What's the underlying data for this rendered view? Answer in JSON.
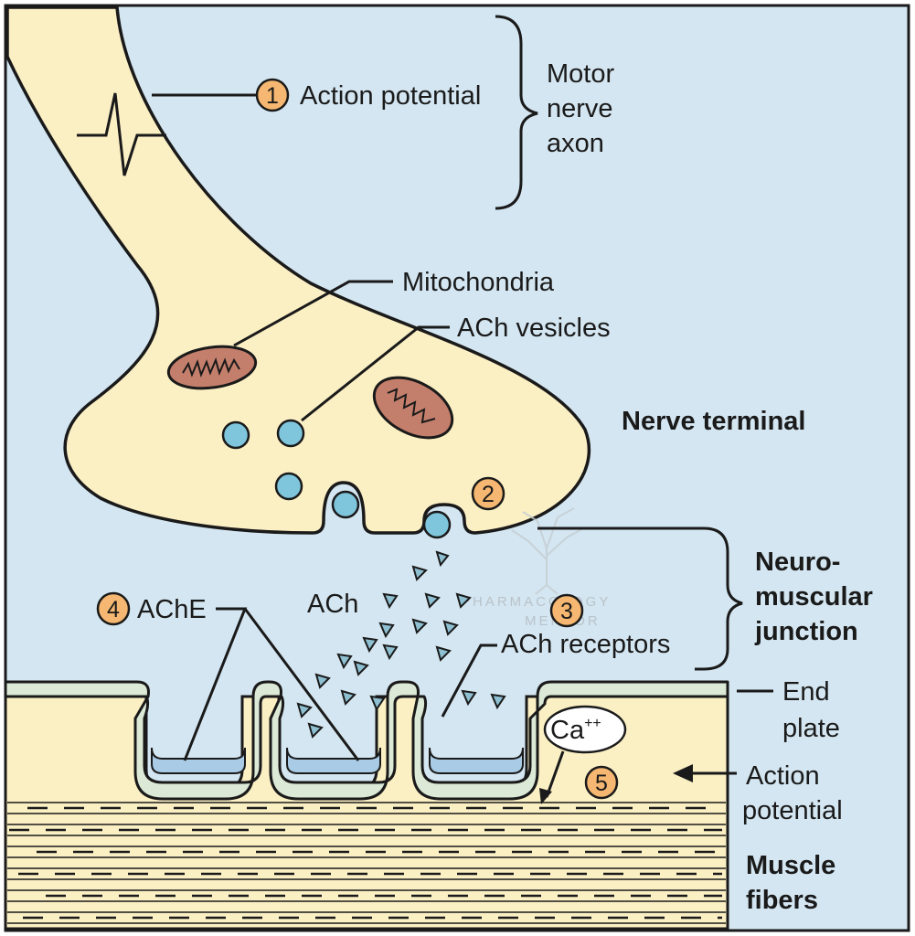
{
  "labels": {
    "action_potential_1": "Action potential",
    "motor_nerve_axon": [
      "Motor",
      "nerve",
      "axon"
    ],
    "mitochondria": "Mitochondria",
    "ach_vesicles": "ACh vesicles",
    "nerve_terminal": "Nerve terminal",
    "neuromuscular_junction": [
      "Neuro-",
      "muscular",
      "junction"
    ],
    "ach": "ACh",
    "ache": "AChE",
    "ach_receptors": "ACh receptors",
    "end_plate": [
      "End",
      "plate"
    ],
    "calcium": "Ca",
    "calcium_charge": "++",
    "action_potential_2": [
      "Action",
      "potential"
    ],
    "muscle_fibers": [
      "Muscle",
      "fibers"
    ]
  },
  "steps": [
    "1",
    "2",
    "3",
    "4",
    "5"
  ],
  "watermark": [
    "PHARMACOLOGY",
    "MENTOR"
  ],
  "colors": {
    "background": "#d4e6f1",
    "nerve": "#fbefc4",
    "muscle": "#fbefc4",
    "membrane": "#dce9d6",
    "receptor_layer": "#a9cbe5",
    "vesicle": "#7fc6dd",
    "mitochondria": "#c47f6c",
    "step_badge": "#f5b771",
    "ach_marker": "#8ec0d2"
  }
}
